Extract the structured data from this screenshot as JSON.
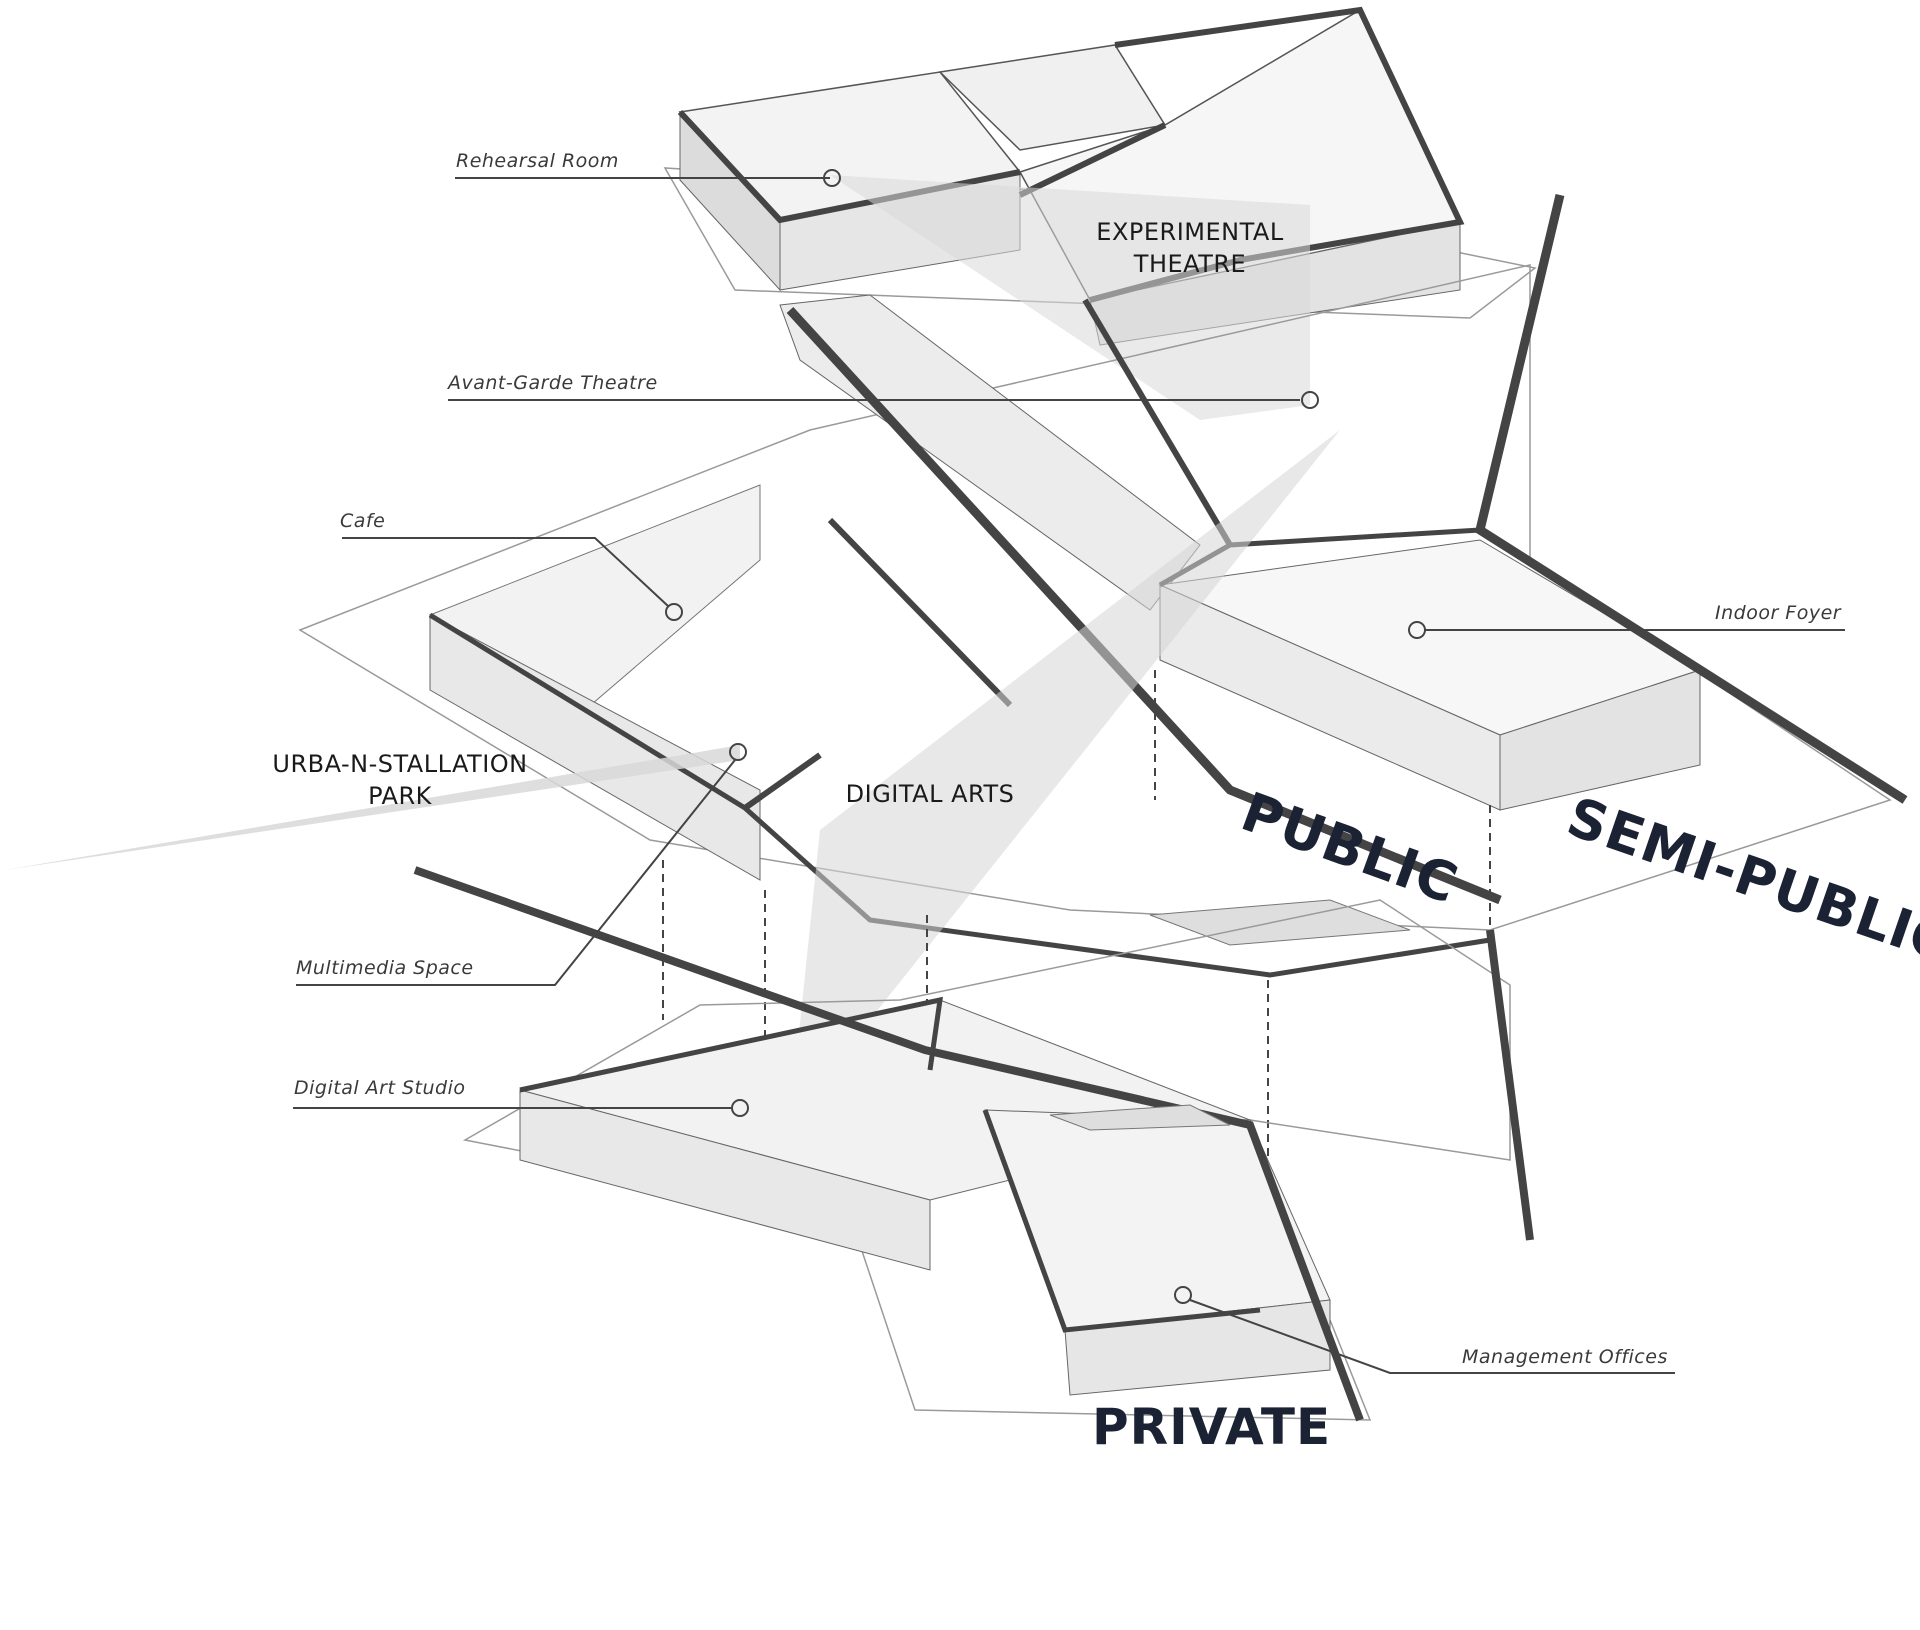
{
  "callouts": {
    "rehearsal_room": "Rehearsal Room",
    "avant_garde_theatre": "Avant-Garde Theatre",
    "cafe": "Cafe",
    "multimedia_space": "Multimedia Space",
    "digital_art_studio": "Digital Art Studio",
    "indoor_foyer": "Indoor Foyer",
    "management_offices": "Management Offices"
  },
  "spaces": {
    "experimental_theatre_line1": "EXPERIMENTAL",
    "experimental_theatre_line2": "THEATRE",
    "urbanstallation_line1": "URBA-N-STALLATION",
    "urbanstallation_line2": "PARK",
    "digital_arts": "DIGITAL ARTS"
  },
  "zones": {
    "public": "PUBLIC",
    "semi_public": "SEMI-PUBLIC",
    "private": "PRIVATE"
  },
  "colors": {
    "ink": "#1b2233",
    "wall_fill": "#e6e6e6",
    "shadow": "#cfcfcf",
    "wall_edge": "#444444"
  }
}
